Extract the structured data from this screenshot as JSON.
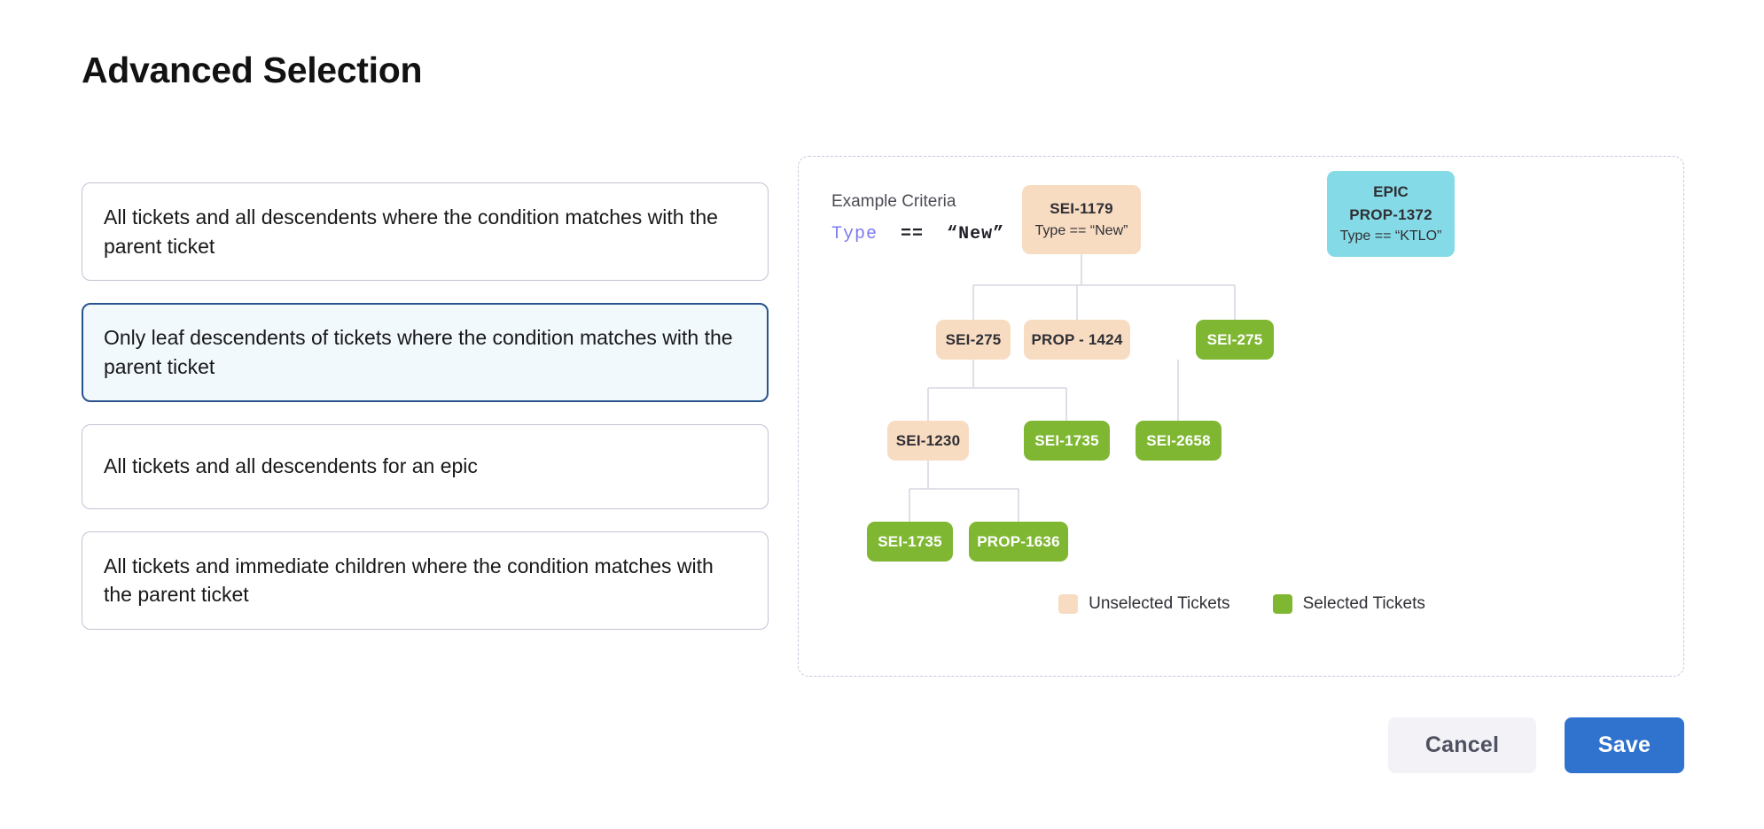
{
  "page": {
    "title": "Advanced Selection"
  },
  "options": [
    {
      "label": "All tickets and all descendents where the condition matches with the parent ticket",
      "selected": false
    },
    {
      "label": "Only leaf descendents of tickets where the condition matches with the parent ticket",
      "selected": true
    },
    {
      "label": "All tickets and all descendents for an epic",
      "selected": false
    },
    {
      "label": "All tickets and immediate children where the condition matches with the parent ticket",
      "selected": false
    }
  ],
  "diagram": {
    "criteria_label": "Example Criteria",
    "criteria_expression": {
      "field": "Type",
      "operator": "==",
      "value": "“New”"
    },
    "nodes": {
      "sei_1179": {
        "key": "SEI-1179",
        "sub": "Type == “New”",
        "state": "unselected"
      },
      "epic": {
        "title": "EPIC",
        "key": "PROP-1372",
        "sub": "Type == “KTLO”",
        "state": "epic"
      },
      "sei_275_a": {
        "key": "SEI-275",
        "state": "unselected"
      },
      "prop_1424": {
        "key": "PROP - 1424",
        "state": "unselected"
      },
      "sei_275_b": {
        "key": "SEI-275",
        "state": "selected"
      },
      "sei_1230": {
        "key": "SEI-1230",
        "state": "unselected"
      },
      "sei_1735_a": {
        "key": "SEI-1735",
        "state": "selected"
      },
      "sei_2658": {
        "key": "SEI-2658",
        "state": "selected"
      },
      "sei_1735_b": {
        "key": "SEI-1735",
        "state": "selected"
      },
      "prop_1636": {
        "key": "PROP-1636",
        "state": "selected"
      }
    },
    "legend": [
      {
        "label": "Unselected Tickets",
        "color": "#f8dcc2"
      },
      {
        "label": "Selected Tickets",
        "color": "#7fb733"
      }
    ]
  },
  "footer": {
    "cancel_label": "Cancel",
    "save_label": "Save"
  },
  "colors": {
    "unselected_node": "#f8dcc2",
    "selected_node": "#7fb733",
    "epic_node": "#84dae6",
    "selected_card_border": "#29538f",
    "selected_card_background": "#f2f9fc",
    "save_button": "#2f73ce",
    "cancel_button": "#f2f2f7",
    "panel_border": "#c9c8dd",
    "criteria_field": "#7b7bf0"
  }
}
